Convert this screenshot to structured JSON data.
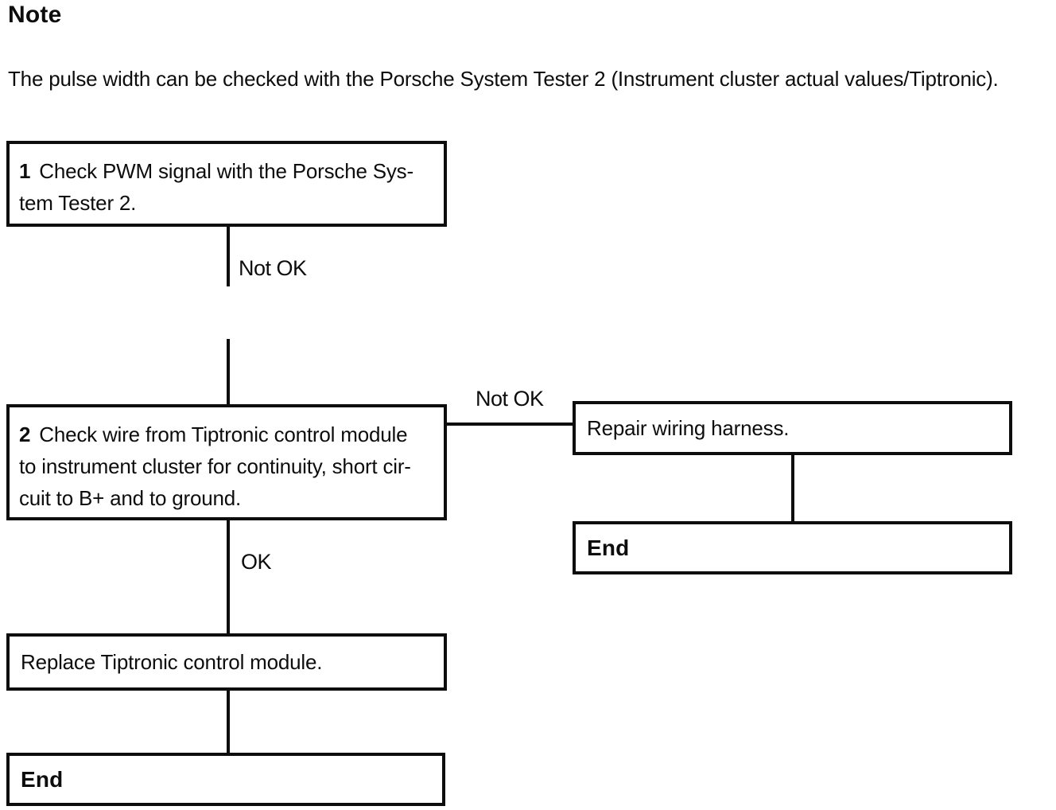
{
  "page": {
    "note_heading": "Note",
    "intro_text": "The pulse width can be checked with the Porsche System Tester 2 (Instrument cluster actual values/Tiptronic).",
    "ink_color": "#0d0d0d",
    "paper_color": "#ffffff"
  },
  "flowchart": {
    "step1": {
      "number": "1",
      "line1": "Check PWM signal with the Porsche Sys-",
      "line2": "tem Tester 2."
    },
    "step1_result_label": "Not OK",
    "step2": {
      "number": "2",
      "line1": "Check wire from Tiptronic control module",
      "line2": "to instrument cluster for continuity, short cir-",
      "line3": "cuit to B+ and to ground."
    },
    "step2_not_ok_label": "Not OK",
    "step2_ok_label": "OK",
    "repair_action": "Repair wiring harness.",
    "repair_end_label": "End",
    "replace_action": "Replace Tiptronic control module.",
    "replace_end_label": "End"
  }
}
